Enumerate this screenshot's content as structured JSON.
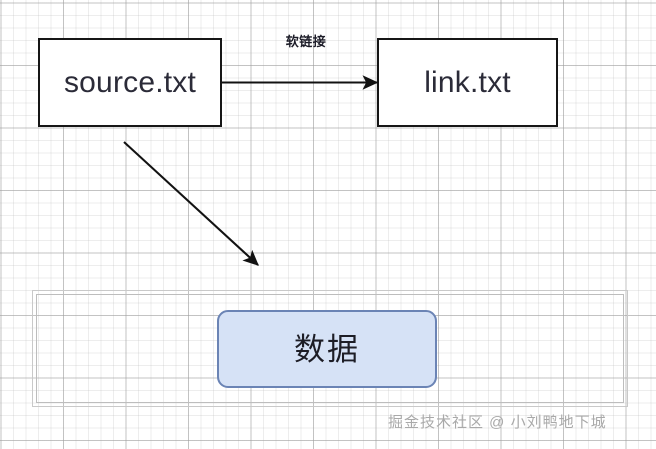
{
  "diagram": {
    "title": "soft link diagram",
    "nodes": [
      {
        "id": "source",
        "label": "source.txt",
        "shape": "rectangle",
        "fill": "#ffffff",
        "stroke": "#161616"
      },
      {
        "id": "link",
        "label": "link.txt",
        "shape": "rectangle",
        "fill": "#ffffff",
        "stroke": "#161616"
      },
      {
        "id": "data",
        "label": "数据",
        "shape": "rounded-rectangle",
        "fill": "#d6e2f6",
        "stroke": "#6b84b5"
      }
    ],
    "edges": [
      {
        "id": "source-to-link",
        "label": "软链接",
        "from": "source",
        "to": "link",
        "style": "solid-arrow"
      },
      {
        "id": "source-to-data",
        "label": "",
        "from": "source",
        "to": "data",
        "style": "solid-arrow"
      }
    ],
    "container": {
      "id": "data-container",
      "label": "",
      "style": "double-line-rectangle",
      "stroke": "#c9c9c9"
    }
  },
  "watermark": {
    "text": "掘金技术社区 @ 小刘鸭地下城",
    "color": "#a9a9a9"
  },
  "canvas": {
    "background": "#ffffff",
    "grid_minor_color": "#bebebe",
    "grid_major_color": "#a0a0a0"
  }
}
